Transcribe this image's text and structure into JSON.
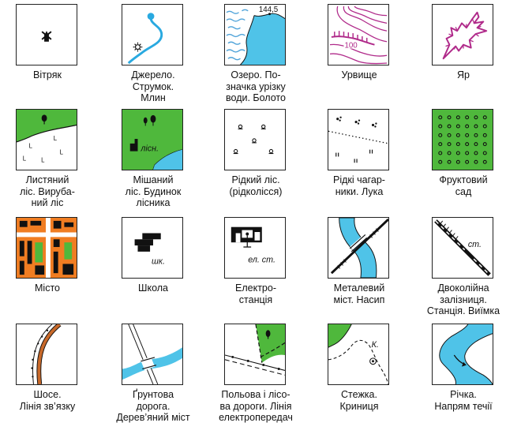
{
  "colors": {
    "green": "#4fb83c",
    "water": "#4fc3e8",
    "orange": "#f07d22",
    "brown": "#8b4a1c",
    "ravine": "#b02a8a",
    "black": "#111111"
  },
  "symbols": [
    {
      "id": "windmill",
      "icon": "windmill-icon",
      "caption": "Вітряк"
    },
    {
      "id": "spring",
      "icon": "spring-stream-mill-icon",
      "caption": "Джерело.\nСтрумок.\nМлин"
    },
    {
      "id": "lake",
      "icon": "lake-swamp-icon",
      "caption": "Озеро. По-\nзначка урізку\nводи. Болото",
      "elevation_label": "144,5"
    },
    {
      "id": "cliff",
      "icon": "cliff-contour-icon",
      "caption": "Урвище",
      "contour_label": "100"
    },
    {
      "id": "ravine",
      "icon": "ravine-icon",
      "caption": "Яр"
    },
    {
      "id": "deciduous",
      "icon": "deciduous-forest-icon",
      "caption": "Листяний\nліс. Вируба-\nний ліс"
    },
    {
      "id": "mixed",
      "icon": "mixed-forest-house-icon",
      "caption": "Мішаний\nліс. Будинок\nлісника",
      "label": "лісн."
    },
    {
      "id": "sparse",
      "icon": "sparse-forest-icon",
      "caption": "Рідкий ліс.\n(рідколісся)"
    },
    {
      "id": "shrubs",
      "icon": "sparse-shrubs-meadow-icon",
      "caption": "Рідкі чагар-\nники. Лука"
    },
    {
      "id": "orchard",
      "icon": "orchard-icon",
      "caption": "Фруктовий\nсад"
    },
    {
      "id": "city",
      "icon": "city-icon",
      "caption": "Місто"
    },
    {
      "id": "school",
      "icon": "school-icon",
      "caption": "Школа",
      "label": "шк."
    },
    {
      "id": "power",
      "icon": "power-station-icon",
      "caption": "Електро-\nстанція",
      "label": "ел. ст."
    },
    {
      "id": "bridge",
      "icon": "metal-bridge-embankment-icon",
      "caption": "Металевий\nміст. Насип"
    },
    {
      "id": "railway",
      "icon": "railway-station-cutting-icon",
      "caption": "Двоколійна\nзалізниця.\nСтанція. Виїмка",
      "label": "ст."
    },
    {
      "id": "highway",
      "icon": "highway-comm-line-icon",
      "caption": "Шосе.\nЛінія зв’язку"
    },
    {
      "id": "dirtroad",
      "icon": "dirt-road-wooden-bridge-icon",
      "caption": "Ґрунтова\nдорога.\nДерев’яний міст"
    },
    {
      "id": "fieldroad",
      "icon": "field-forest-road-power-line-icon",
      "caption": "Польова і лісо-\nва дороги. Лінія\nелектропередач"
    },
    {
      "id": "path",
      "icon": "path-well-icon",
      "caption": "Стежка.\nКриниця",
      "label": "К."
    },
    {
      "id": "river",
      "icon": "river-flow-direction-icon",
      "caption": "Річка.\nНапрям течії"
    }
  ]
}
